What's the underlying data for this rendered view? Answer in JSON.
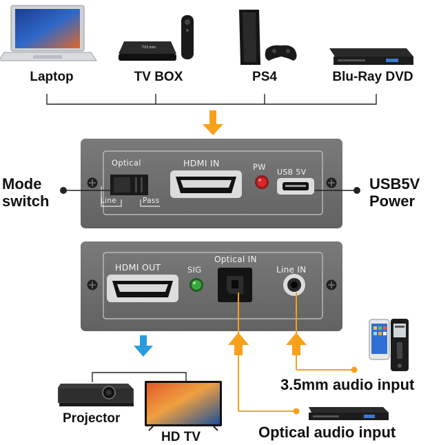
{
  "sources": {
    "laptop": "Laptop",
    "tv_box": "TV BOX",
    "ps4": "PS4",
    "bluray": "Blu-Ray DVD",
    "tv_box_logo": "TX3 mini"
  },
  "top_panel": {
    "optical": "Optical",
    "line": "Line",
    "pass": "Pass",
    "hdmi_in": "HDMI IN",
    "pw": "PW",
    "usb": "USB 5V"
  },
  "bottom_panel": {
    "hdmi_out": "HDMI OUT",
    "sig": "SIG",
    "optical_in": "Optical IN",
    "line_in": "Line IN"
  },
  "side_labels": {
    "mode_line1": "Mode",
    "mode_line2": "switch",
    "usb_line1": "USB5V",
    "usb_line2": "Power"
  },
  "outputs": {
    "projector": "Projector",
    "hd_tv": "HD TV",
    "audio_35": "3.5mm audio input",
    "optical_audio": "Optical audio input"
  },
  "colors": {
    "arrow_orange": "#f7a11a",
    "arrow_blue": "#2a9be0",
    "panel": "#6f6f6f",
    "pw_led": "#d9262b",
    "sig_led": "#3aa83f"
  },
  "icons": [
    "laptop-icon",
    "tv-box-icon",
    "ps4-icon",
    "bluray-player-icon",
    "projector-icon",
    "tv-icon",
    "smartphone-icon",
    "voice-recorder-icon",
    "optical-player-icon"
  ]
}
